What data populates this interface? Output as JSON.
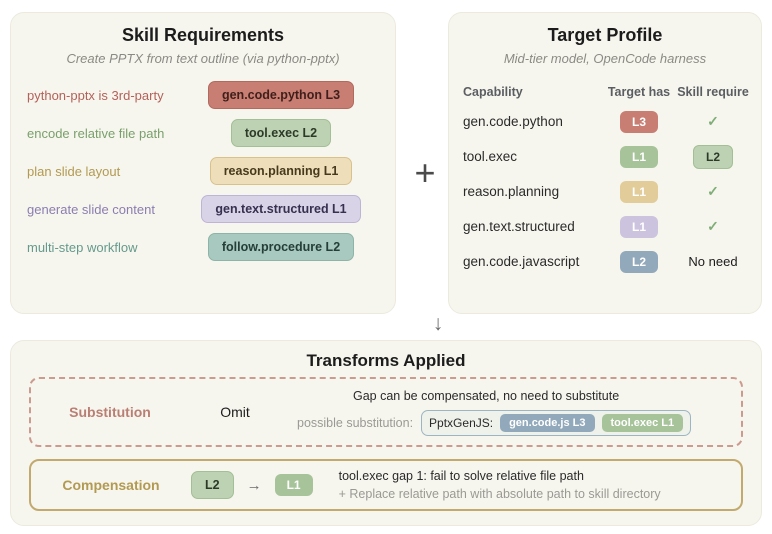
{
  "palette": {
    "panel_bg": "#f7f6ee",
    "red": "#c87e73",
    "green": "#a7c39a",
    "tan": "#e2cd9a",
    "purple": "#ccc3df",
    "teal": "#a8c9bf",
    "blue": "#92a9bb",
    "substitution_border": "#cb9b90",
    "compensation_border": "#c2a96e"
  },
  "skill_requirements": {
    "title": "Skill Requirements",
    "subtitle": "Create PPTX from text outline (via python-pptx)",
    "rows": [
      {
        "label": "python-pptx is 3rd-party",
        "badge": "gen.code.python L3"
      },
      {
        "label": "encode relative file path",
        "badge": "tool.exec L2"
      },
      {
        "label": "plan slide layout",
        "badge": "reason.planning L1"
      },
      {
        "label": "generate slide content",
        "badge": "gen.text.structured L1"
      },
      {
        "label": "multi-step workflow",
        "badge": "follow.procedure L2"
      }
    ]
  },
  "plus_sign": "+",
  "down_arrow": "↓",
  "target_profile": {
    "title": "Target Profile",
    "subtitle": "Mid-tier model, OpenCode harness",
    "columns": [
      "Capability",
      "Target has",
      "Skill require"
    ],
    "rows": [
      {
        "capability": "gen.code.python",
        "target_has": "L3",
        "skill_require": "✓"
      },
      {
        "capability": "tool.exec",
        "target_has": "L1",
        "skill_require": "L2"
      },
      {
        "capability": "reason.planning",
        "target_has": "L1",
        "skill_require": "✓"
      },
      {
        "capability": "gen.text.structured",
        "target_has": "L1",
        "skill_require": "✓"
      },
      {
        "capability": "gen.code.javascript",
        "target_has": "L2",
        "skill_require": "No need"
      }
    ]
  },
  "transforms": {
    "title": "Transforms Applied",
    "substitution": {
      "label": "Substitution",
      "action": "Omit",
      "line1": "Gap can be compensated, no need to substitute",
      "line2_label": "possible substitution:",
      "inline_name": "PptxGenJS:",
      "inline_badges": [
        {
          "text": "gen.code.js L3"
        },
        {
          "text": "tool.exec L1"
        }
      ]
    },
    "compensation": {
      "label": "Compensation",
      "from_badge": "L2",
      "arrow": "→",
      "to_badge": "L1",
      "line1": "tool.exec gap 1: fail to solve relative file path",
      "line2": "+ Replace relative path with absolute path to skill directory"
    }
  }
}
